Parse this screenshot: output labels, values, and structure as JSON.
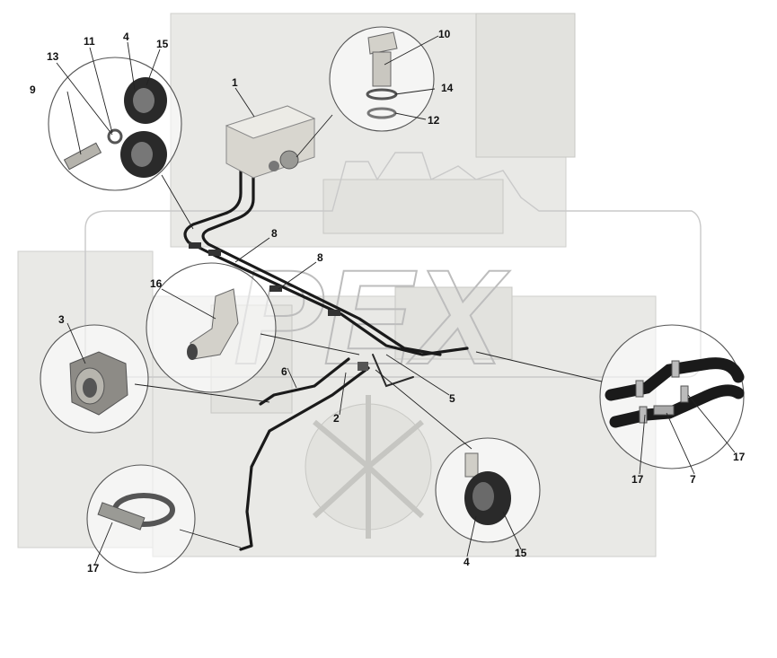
{
  "diagram": {
    "labels": [
      {
        "id": "label-1",
        "text": "1"
      },
      {
        "id": "label-2",
        "text": "2"
      },
      {
        "id": "label-3",
        "text": "3"
      },
      {
        "id": "label-4a",
        "text": "4"
      },
      {
        "id": "label-4b",
        "text": "4"
      },
      {
        "id": "label-5",
        "text": "5"
      },
      {
        "id": "label-6",
        "text": "6"
      },
      {
        "id": "label-7",
        "text": "7"
      },
      {
        "id": "label-8a",
        "text": "8"
      },
      {
        "id": "label-8b",
        "text": "8"
      },
      {
        "id": "label-9",
        "text": "9"
      },
      {
        "id": "label-10",
        "text": "10"
      },
      {
        "id": "label-11",
        "text": "11"
      },
      {
        "id": "label-12",
        "text": "12"
      },
      {
        "id": "label-13",
        "text": "13"
      },
      {
        "id": "label-14",
        "text": "14"
      },
      {
        "id": "label-15a",
        "text": "15"
      },
      {
        "id": "label-15b",
        "text": "15"
      },
      {
        "id": "label-16",
        "text": "16"
      },
      {
        "id": "label-17a",
        "text": "17"
      },
      {
        "id": "label-17b",
        "text": "17"
      },
      {
        "id": "label-17c",
        "text": "17"
      }
    ],
    "watermark": "PEX",
    "colors": {
      "pipe": "#1a1a1a",
      "background_parts": "#e9e9e6",
      "watermark": "#bdbdbd"
    }
  }
}
